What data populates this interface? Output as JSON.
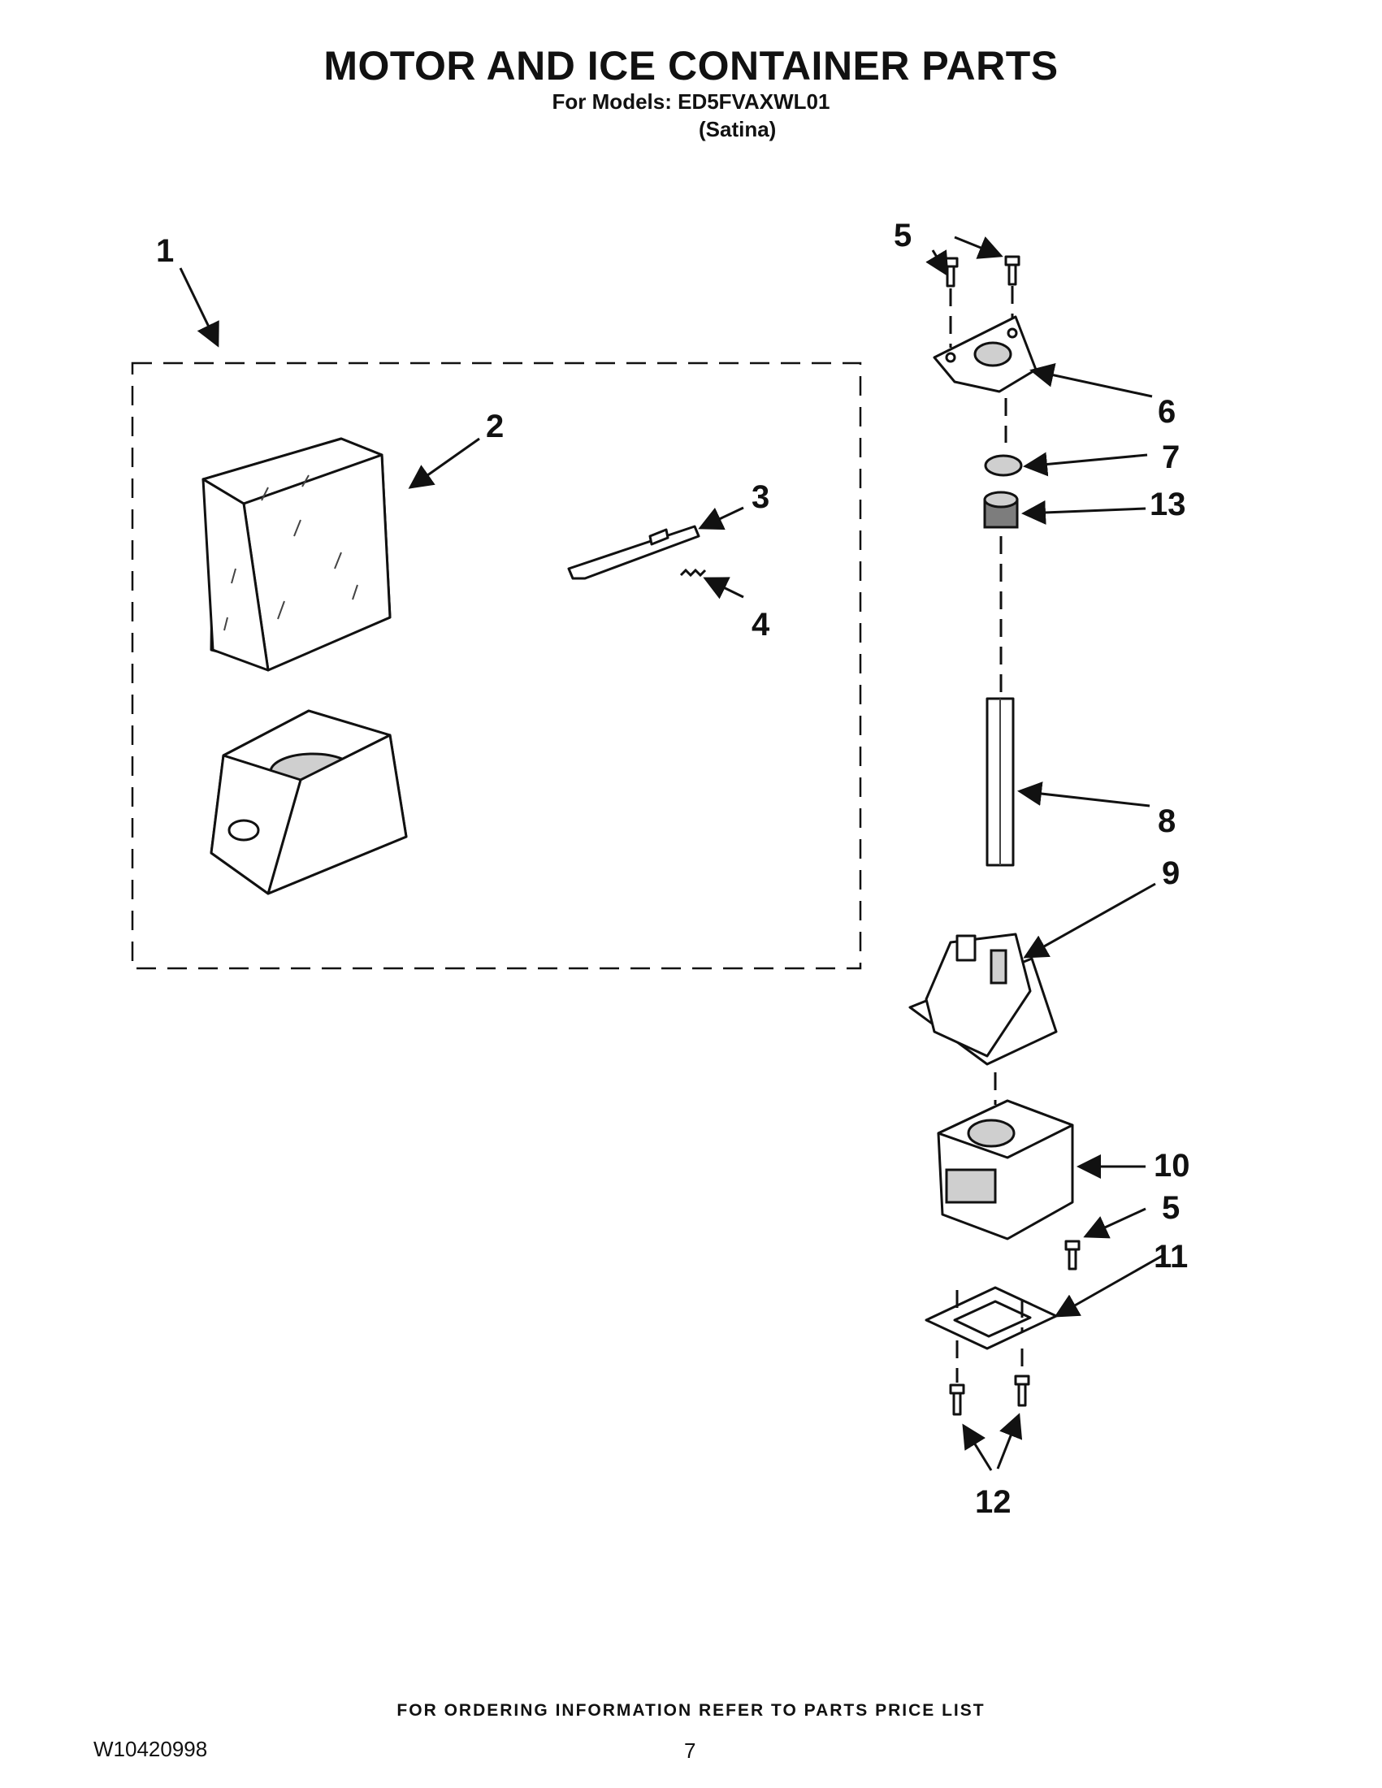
{
  "header": {
    "title": "MOTOR AND ICE CONTAINER PARTS",
    "models_line": "For Models: ED5FVAXWL01",
    "variant": "(Satina)"
  },
  "callouts": {
    "c1": "1",
    "c2": "2",
    "c3": "3",
    "c4": "4",
    "c5_top": "5",
    "c6": "6",
    "c7": "7",
    "c13": "13",
    "c8": "8",
    "c9": "9",
    "c10": "10",
    "c5_bottom": "5",
    "c11": "11",
    "c12": "12"
  },
  "footer": {
    "ordering_note": "FOR ORDERING INFORMATION REFER TO PARTS PRICE LIST",
    "doc_number": "W10420998",
    "page_number": "7"
  }
}
